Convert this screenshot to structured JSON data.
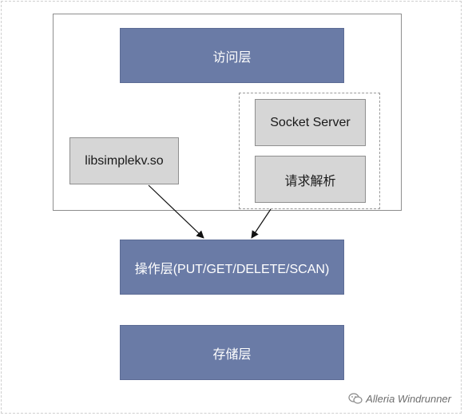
{
  "layers": {
    "access": "访问层",
    "operation": "操作层(PUT/GET/DELETE/SCAN)",
    "storage": "存储层"
  },
  "components": {
    "library": "libsimplekv.so",
    "socket_server": "Socket Server",
    "request_parser": "请求解析"
  },
  "watermark": "Alleria Windrunner",
  "colors": {
    "layer_fill": "#6a7ba6",
    "component_fill": "#d6d6d6"
  }
}
